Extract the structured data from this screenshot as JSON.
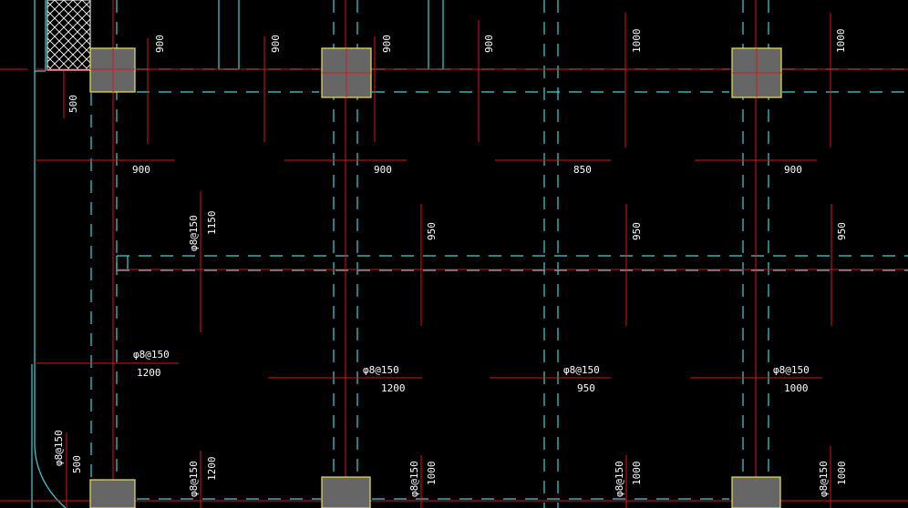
{
  "drawing": {
    "colors": {
      "background": "#000000",
      "wall_lines": "#38d6df",
      "rebar_lines": "#e01515",
      "column_fill": "#666666",
      "column_border": "#f0e64a",
      "text": "#ffffff"
    },
    "labels": [
      {
        "id": "h-900-a",
        "text": "900",
        "rot": false
      },
      {
        "id": "h-900-b",
        "text": "900",
        "rot": false
      },
      {
        "id": "h-850",
        "text": "850",
        "rot": false
      },
      {
        "id": "h-900-c",
        "text": "900",
        "rot": false
      },
      {
        "id": "h-1200-a",
        "text": "1200",
        "rot": false
      },
      {
        "id": "h-1200-b",
        "text": "1200",
        "rot": false
      },
      {
        "id": "h-950",
        "text": "950",
        "rot": false
      },
      {
        "id": "h-1000",
        "text": "1000",
        "rot": false
      },
      {
        "id": "s-150-a",
        "text": "φ8@150",
        "rot": false
      },
      {
        "id": "s-150-b",
        "text": "φ8@150",
        "rot": false
      },
      {
        "id": "s-150-c",
        "text": "φ8@150",
        "rot": false
      },
      {
        "id": "s-150-d",
        "text": "φ8@150",
        "rot": false
      },
      {
        "id": "v-900-a",
        "text": "900",
        "rot": true
      },
      {
        "id": "v-900-b",
        "text": "900",
        "rot": true
      },
      {
        "id": "v-900-c",
        "text": "900",
        "rot": true
      },
      {
        "id": "v-900-d",
        "text": "900",
        "rot": true
      },
      {
        "id": "v-1000-a",
        "text": "1000",
        "rot": true
      },
      {
        "id": "v-1000-b",
        "text": "1000",
        "rot": true
      },
      {
        "id": "v-500-a",
        "text": "500",
        "rot": true
      },
      {
        "id": "v-1150",
        "text": "1150",
        "rot": true
      },
      {
        "id": "v-s150-a",
        "text": "φ8@150",
        "rot": true
      },
      {
        "id": "v-950-a",
        "text": "950",
        "rot": true
      },
      {
        "id": "v-950-b",
        "text": "950",
        "rot": true
      },
      {
        "id": "v-950-c",
        "text": "950",
        "rot": true
      },
      {
        "id": "v-s150-b",
        "text": "φ8@150",
        "rot": true
      },
      {
        "id": "v-500-b",
        "text": "500",
        "rot": true
      },
      {
        "id": "v-s150-c",
        "text": "φ8@150",
        "rot": true
      },
      {
        "id": "v-1200",
        "text": "1200",
        "rot": true
      },
      {
        "id": "v-s150-d",
        "text": "φ8@150",
        "rot": true
      },
      {
        "id": "v-1000-c",
        "text": "1000",
        "rot": true
      },
      {
        "id": "v-s150-e",
        "text": "φ8@150",
        "rot": true
      },
      {
        "id": "v-1000-d",
        "text": "1000",
        "rot": true
      },
      {
        "id": "v-s150-f",
        "text": "φ8@150",
        "rot": true
      },
      {
        "id": "v-1000-e",
        "text": "1000",
        "rot": true
      }
    ]
  }
}
